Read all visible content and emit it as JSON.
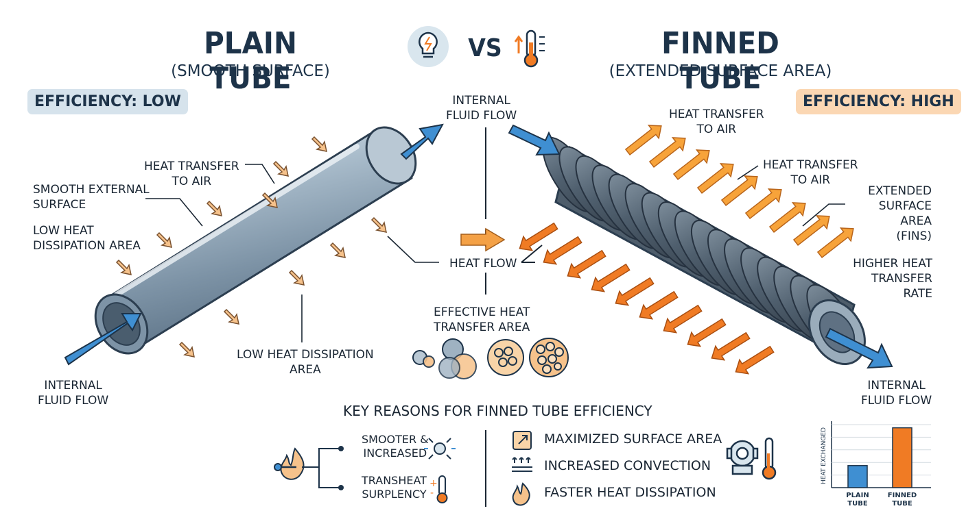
{
  "header": {
    "left_title": "PLAIN TUBE",
    "left_subtitle": "(SMOOTH SURFACE)",
    "vs": "VS",
    "right_title": "FINNED TUBE",
    "right_subtitle": "(EXTENDED SURFACE AREA)"
  },
  "left": {
    "efficiency": "EFFICIENCY: LOW",
    "heat_transfer": "HEAT TRANSFER\nTO AIR",
    "smooth_surface": "SMOOTH EXTERNAL\nSURFACE",
    "low_area": "LOW HEAT\nDISSIPATION AREA",
    "low_area_bottom": "LOW HEAT DISSIPATION\nAREA",
    "fluid_flow": "INTERNAL\nFLUID FLOW"
  },
  "center": {
    "fluid_flow": "INTERNAL\nFLUID FLOW",
    "heat_flow": "HEAT FLOW",
    "effective_area": "EFFECTIVE HEAT\nTRANSFER AREA"
  },
  "right": {
    "efficiency": "EFFICIENCY: HIGH",
    "heat_transfer_1": "HEAT TRANSFER\nTO AIR",
    "heat_transfer_2": "HEAT TRANSFER\nTO AIR",
    "extended_area": "EXTENDED\nSURFACE AREA\n(FINS)",
    "higher_rate": "HIGHER HEAT\nTRANSFER RATE",
    "fluid_flow": "INTERNAL\nFLUID FLOW"
  },
  "reasons": {
    "heading": "KEY REASONS FOR FINNED TUBE EFFICIENCY",
    "branch_1": "SMOOTER &\nINCREASED",
    "branch_2": "TRANSHEAT\nSURPLENCY",
    "item_1": "MAXIMIZED SURFACE AREA",
    "item_2": "INCREASED CONVECTION",
    "item_3": "FASTER HEAT DISSIPATION"
  },
  "colors": {
    "navy": "#1d3349",
    "steel": "#8fa3b4",
    "orange": "#f07b24",
    "blue_arrow": "#3f8fd2",
    "low_badge": "#d6e3ec",
    "high_badge": "#fbd7b3"
  },
  "icons": [
    "lightbulb-icon",
    "thermometer-icon",
    "flame-icon",
    "thermometer-small-icon",
    "expand-icon",
    "convection-icon",
    "fire-icon",
    "pump-icon"
  ],
  "chart_data": {
    "type": "bar",
    "categories": [
      "PLAIN TUBE",
      "FINNED TUBE"
    ],
    "values": [
      35,
      95
    ],
    "ylabel": "HEAT EXCHANGED",
    "ylim": [
      0,
      100
    ],
    "colors": [
      "#3f8fd2",
      "#f07b24"
    ]
  }
}
